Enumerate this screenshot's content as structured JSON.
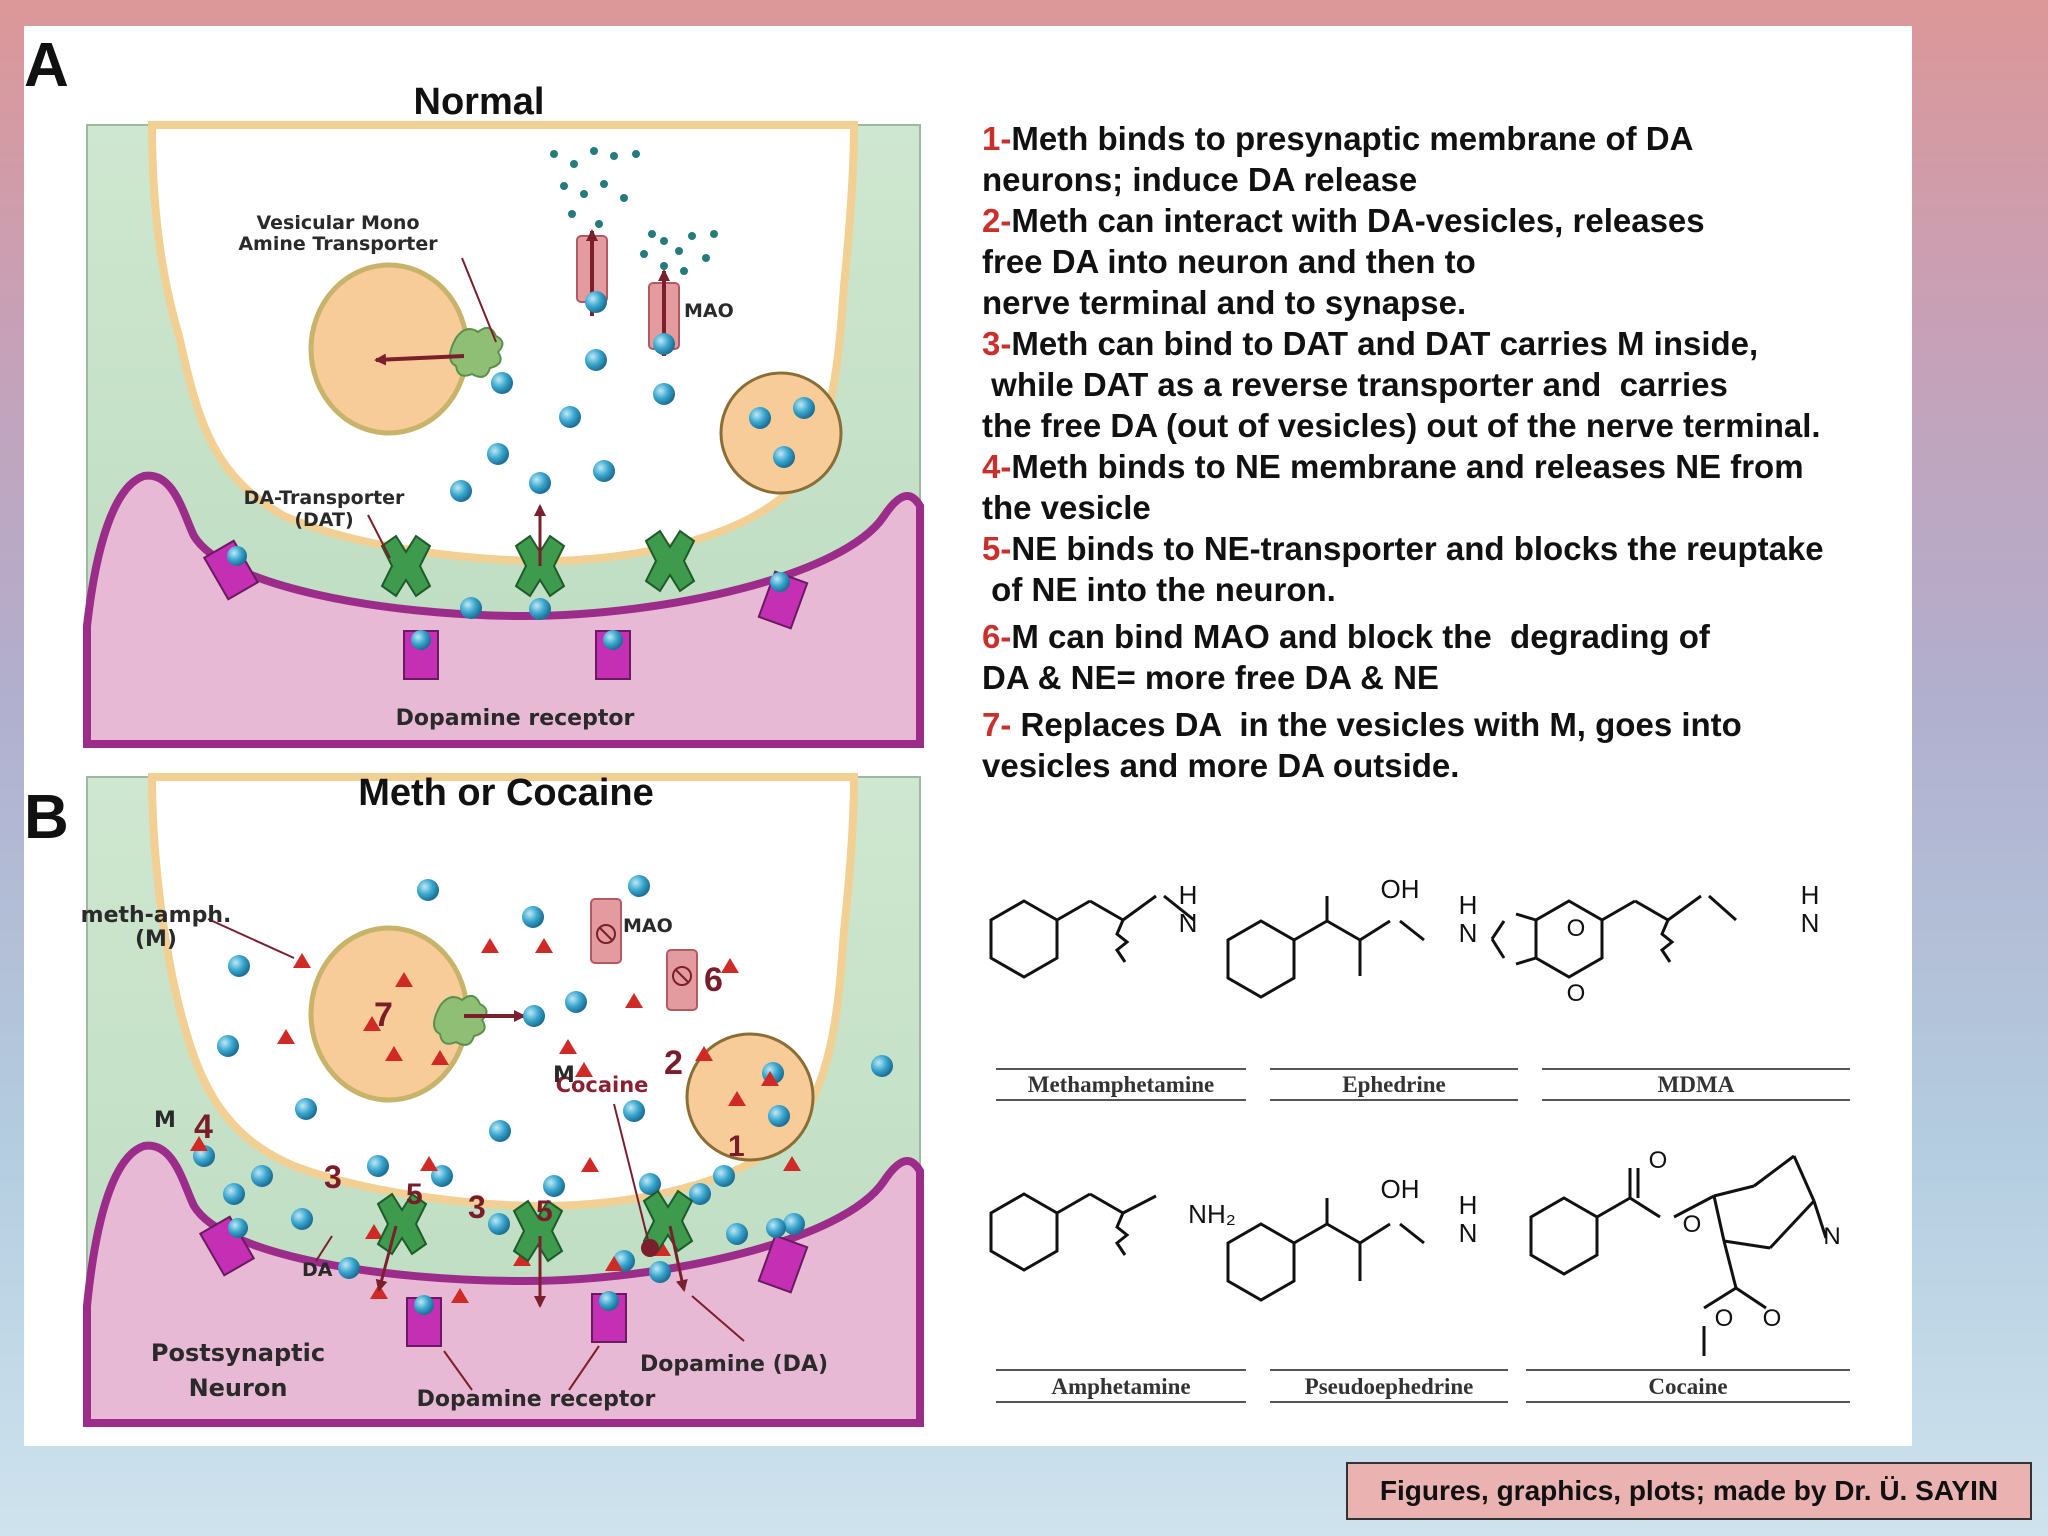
{
  "panels": {
    "a": {
      "letter": "A",
      "title": "Normal"
    },
    "b": {
      "letter": "B",
      "title": "Meth or Cocaine"
    }
  },
  "labels": {
    "vmat_line1": "Vesicular Mono",
    "vmat_line2": "Amine Transporter",
    "mao": "MAO",
    "dat_line1": "DA-Transporter",
    "dat_line2": "(DAT)",
    "dopamine_receptor": "Dopamine receptor",
    "meth_amph_line1": "meth-amph.",
    "meth_amph_line2": "(M)",
    "m": "M",
    "cocaine": "Cocaine",
    "da": "DA",
    "postsynaptic_line1": "Postsynaptic",
    "postsynaptic_line2": "Neuron",
    "dopamine_da": "Dopamine (DA)"
  },
  "markers": {
    "n1": "1",
    "n2": "2",
    "n3": "3",
    "n4": "4",
    "n5": "5",
    "n6": "6",
    "n7": "7"
  },
  "steps": [
    {
      "num": "1-",
      "lines": [
        "Meth binds to presynaptic membrane of DA",
        "neurons; induce DA release"
      ]
    },
    {
      "num": "2-",
      "lines": [
        "Meth can interact with DA-vesicles, releases",
        "free DA into neuron and then to",
        "nerve terminal and to synapse."
      ]
    },
    {
      "num": "3-",
      "lines": [
        "Meth can bind to DAT and DAT carries M inside,",
        " while DAT as a reverse transporter and  carries",
        "the free DA (out of vesicles) out of the nerve terminal."
      ]
    },
    {
      "num": "4-",
      "lines": [
        "Meth binds to NE membrane and releases NE from",
        "the vesicle"
      ]
    },
    {
      "num": "5-",
      "lines": [
        "NE binds to NE-transporter and blocks the reuptake",
        " of NE into the neuron."
      ]
    },
    {
      "num": "6-",
      "lines": [
        "M can bind MAO and block the  degrading of",
        "DA & NE= more free DA & NE"
      ]
    },
    {
      "num": "7-",
      "lines": [
        " Replaces DA  in the vesicles with M, goes into",
        "vesicles and more DA outside."
      ]
    }
  ],
  "molecules": {
    "methamphetamine": "Methamphetamine",
    "ephedrine": "Ephedrine",
    "mdma": "MDMA",
    "amphetamine": "Amphetamine",
    "pseudoephedrine": "Pseudoephedrine",
    "cocaine": "Cocaine"
  },
  "chem": {
    "h": "H",
    "n": "N",
    "oh": "OH",
    "nh2": "NH₂",
    "o": "O"
  },
  "credit": "Figures, graphics, plots; made by Dr. Ü. SAYIN"
}
